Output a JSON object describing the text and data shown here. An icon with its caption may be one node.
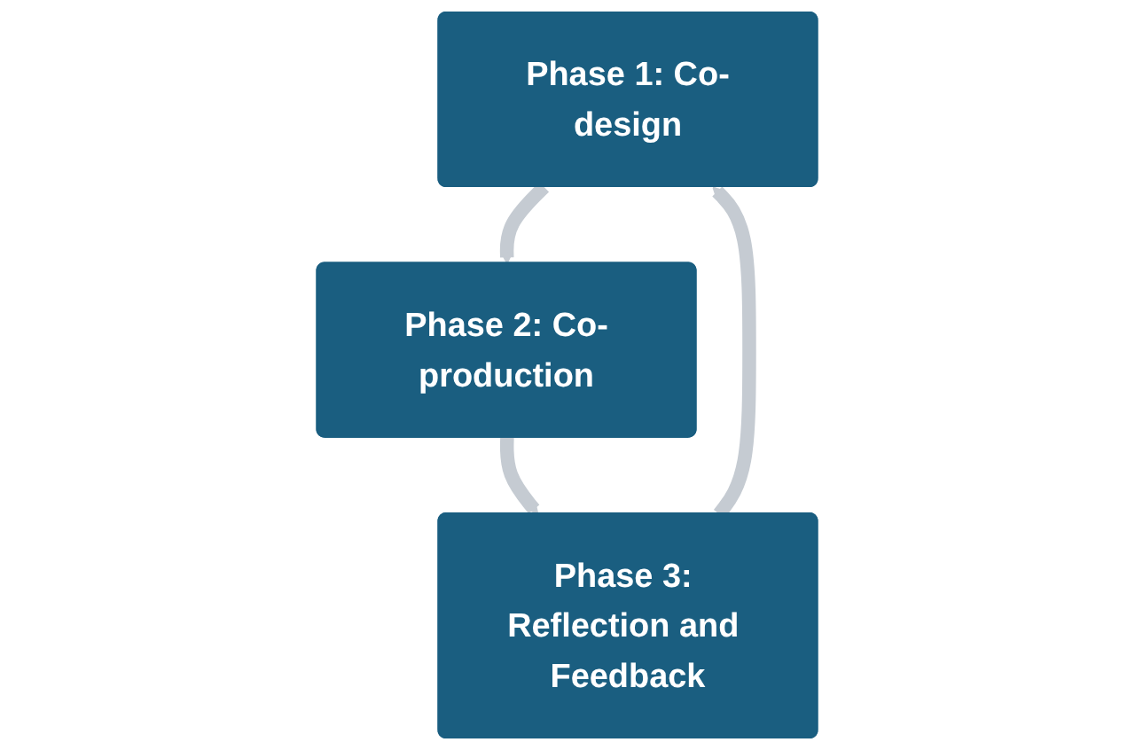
{
  "diagram": {
    "nodes": [
      {
        "text": [
          "Phase 1: Co-design"
        ]
      },
      {
        "text": [
          "Phase 2: Co-production"
        ]
      },
      {
        "text": [
          "Phase 3: Reflection and Feedback"
        ]
      }
    ],
    "edges": [
      {
        "from": 0,
        "to": 1,
        "arrow": "to"
      },
      {
        "from": 1,
        "to": 2,
        "arrow": "to"
      },
      {
        "from": 2,
        "to": 0,
        "arrow": "to"
      }
    ]
  }
}
